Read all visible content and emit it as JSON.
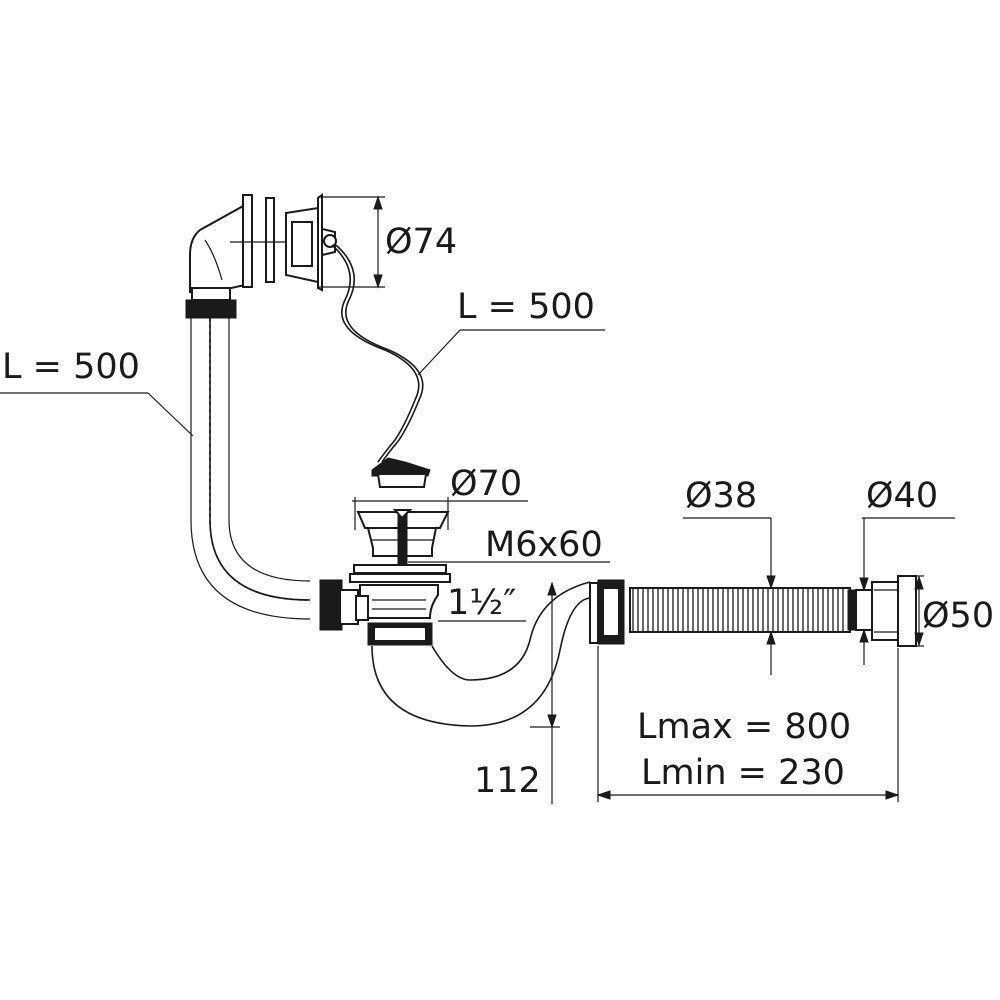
{
  "labels": {
    "overflow_diameter": "Ø74",
    "cable_length": "L = 500",
    "hose_length": "L = 500",
    "plug_diameter": "Ø70",
    "screw": "M6x60",
    "thread": "1½″",
    "corrugated_diameter": "Ø38",
    "outlet_inner_diameter": "Ø40",
    "outlet_outer_diameter": "Ø50",
    "length_max": "Lmax = 800",
    "length_min": "Lmin = 230",
    "trap_depth": "112"
  }
}
